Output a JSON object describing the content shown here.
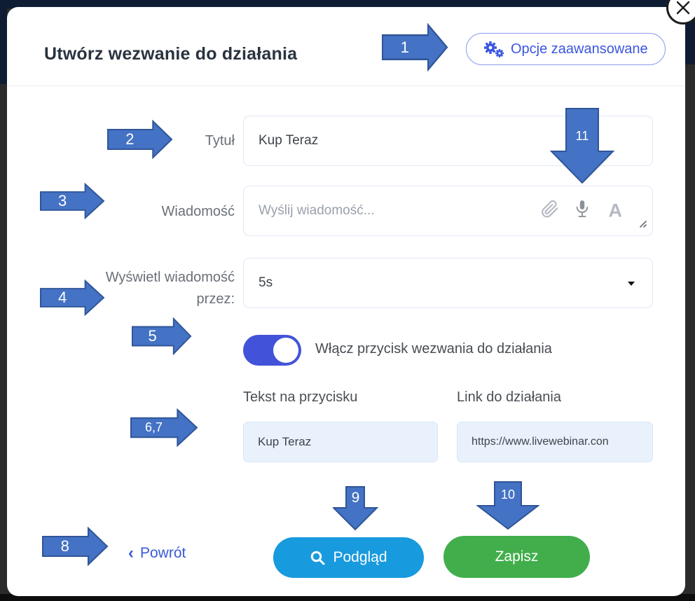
{
  "modal": {
    "title": "Utwórz wezwanie do działania",
    "advanced_options_button": "Opcje zaawansowane"
  },
  "form": {
    "title": {
      "label": "Tytuł",
      "value": "Kup Teraz"
    },
    "message": {
      "label": "Wiadomość",
      "placeholder": "Wyślij wiadomość...",
      "format_letter_glyph": "A"
    },
    "duration": {
      "label_line1": "Wyświetl wiadomość",
      "label_line2": "przez:",
      "value": "5s"
    },
    "cta_toggle": {
      "label": "Włącz przycisk wezwania do działania",
      "state": "on"
    },
    "button_text": {
      "label": "Tekst na przycisku",
      "value": "Kup Teraz"
    },
    "action_link": {
      "label": "Link do działania",
      "value": "https://www.livewebinar.con"
    }
  },
  "footer": {
    "back": {
      "chevron": "‹",
      "label": "Powrót"
    },
    "preview": {
      "label": "Podgląd"
    },
    "save": {
      "label": "Zapisz"
    }
  },
  "annotations": {
    "a1": "1",
    "a2": "2",
    "a3": "3",
    "a4": "4",
    "a5": "5",
    "a67": "6,7",
    "a8": "8",
    "a9": "9",
    "a10": "10",
    "a11": "11"
  },
  "icons": {
    "close": "close-icon",
    "advanced_options": "gears-icon",
    "attachment": "paperclip-icon",
    "voice": "microphone-icon",
    "text_format": "format-text-icon",
    "resize": "resize-handle-icon",
    "dropdown": "caret-down-icon",
    "back": "chevron-left-icon",
    "preview": "search-icon"
  },
  "colors": {
    "annotation_arrow_fill": "#4472c4",
    "annotation_arrow_border": "#2f5597",
    "accent_blue": "#3b56e0",
    "toggle_on": "#4353d9",
    "preview_button": "#189ade",
    "save_button": "#41ae4b",
    "light_input_bg": "#e9f1fc",
    "backdrop_navy": "#0e1d33",
    "backdrop_dark": "#2b2b2b"
  }
}
